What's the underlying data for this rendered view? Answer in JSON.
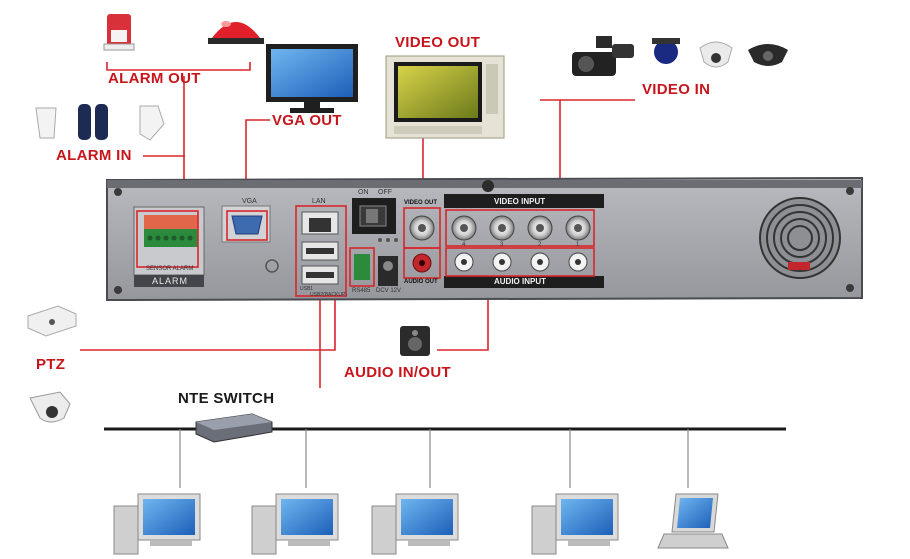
{
  "labels": {
    "alarm_out": "ALARM OUT",
    "alarm_in": "ALARM IN",
    "vga_out": "VGA OUT",
    "video_out": "VIDEO OUT",
    "video_in": "VIDEO IN",
    "ptz": "PTZ",
    "audio_in_out": "AUDIO IN/OUT",
    "nte_switch": "NTE SWITCH"
  },
  "panel": {
    "alarm_text": "ALARM",
    "sensor_alarm": "SENSOR ALARM",
    "vga": "VGA",
    "lan": "LAN",
    "usb1": "USB1",
    "usb2": "USB2(BACKUP)",
    "on": "ON",
    "off": "OFF",
    "dcv": "DCV 12V",
    "rs485": "RS485",
    "video_out": "VIDEO OUT",
    "audio_out": "AUDIO OUT",
    "video_input": "VIDEO INPUT",
    "audio_input": "AUDIO INPUT",
    "ch4": "4",
    "ch3": "3",
    "ch2": "2",
    "ch1": "1"
  },
  "colors": {
    "accent_red": "#c8151b",
    "panel_gray": "#a7a8ad",
    "panel_dark": "#54555a"
  },
  "icons": [
    "siren-icon",
    "red-beacon-icon",
    "motion-sensor-icon",
    "beam-sensor-icon",
    "smoke-detector-icon",
    "vga-monitor-icon",
    "crt-tv-icon",
    "camcorder-icon",
    "dome-camera-icon",
    "ptz-box-icon",
    "ptz-dome-icon",
    "speaker-icon",
    "network-switch-icon",
    "desktop-computer-icon",
    "laptop-icon"
  ]
}
